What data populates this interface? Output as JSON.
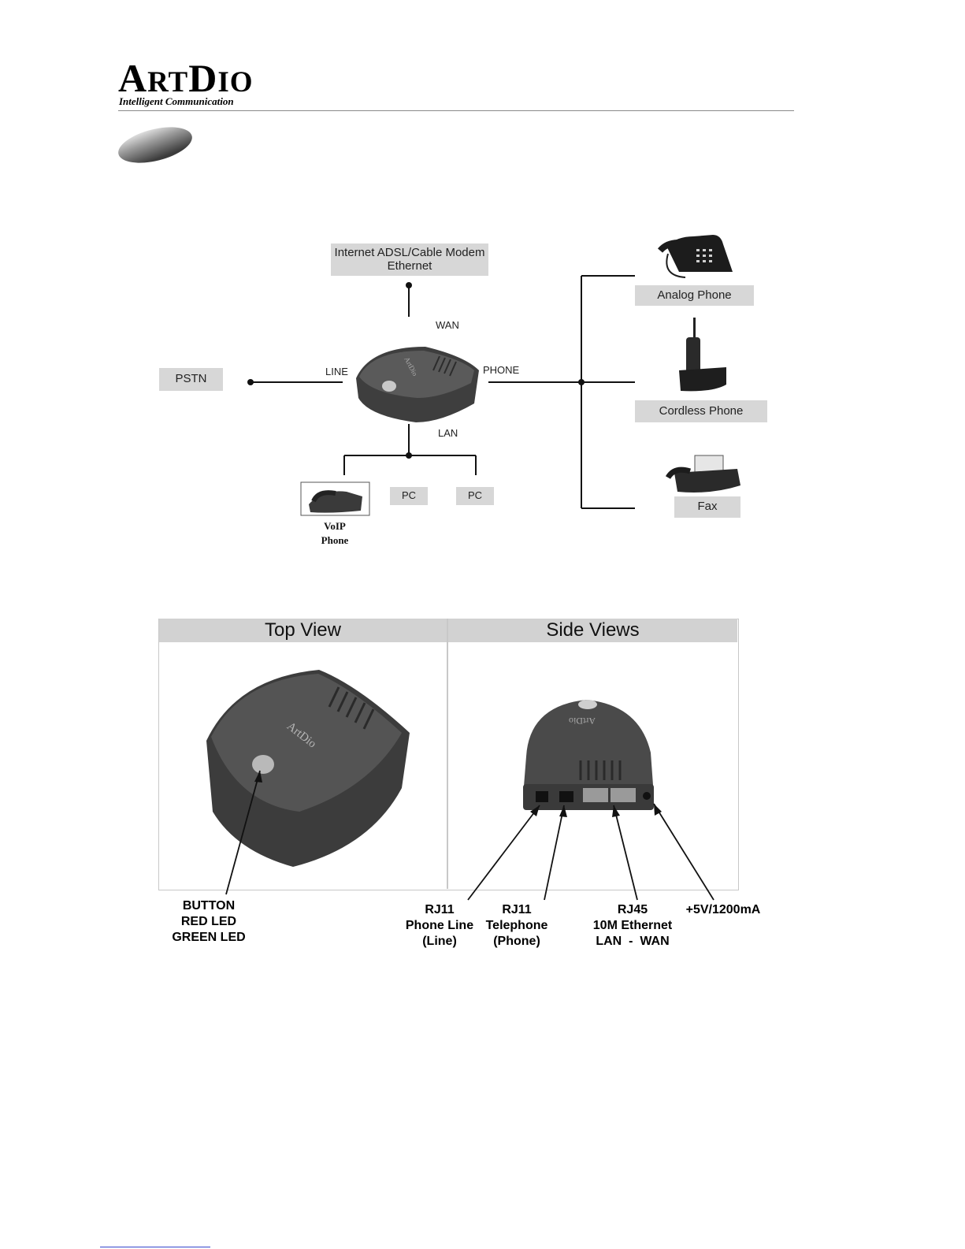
{
  "header": {
    "logo_text": "ArtDio",
    "logo_tagline": "Intelligent Communication"
  },
  "diagram": {
    "internet_box": "Internet ADSL/Cable Modem Ethernet",
    "pstn_box": "PSTN",
    "port_wan": "WAN",
    "port_line": "LINE",
    "port_phone": "PHONE",
    "port_lan": "LAN",
    "device_brand": "ArtDio",
    "pc1_box": "PC",
    "pc2_box": "PC",
    "voip_caption_l1": "VoIP",
    "voip_caption_l2": "Phone",
    "analog_box": "Analog Phone",
    "cordless_box": "Cordless Phone",
    "fax_box": "Fax"
  },
  "views": {
    "top_view_title": "Top View",
    "side_views_title": "Side Views",
    "device_brand": "ArtDio",
    "callout_button": [
      "BUTTON",
      "RED LED",
      "GREEN LED"
    ],
    "callout_rj11_line": [
      "RJ11",
      "Phone Line",
      "(Line)"
    ],
    "callout_rj11_phone": [
      "RJ11",
      "Telephone",
      "(Phone)"
    ],
    "callout_rj45": [
      "RJ45",
      "10M Ethernet",
      "LAN  -  WAN"
    ],
    "callout_power": [
      "+5V/1200mA"
    ]
  }
}
